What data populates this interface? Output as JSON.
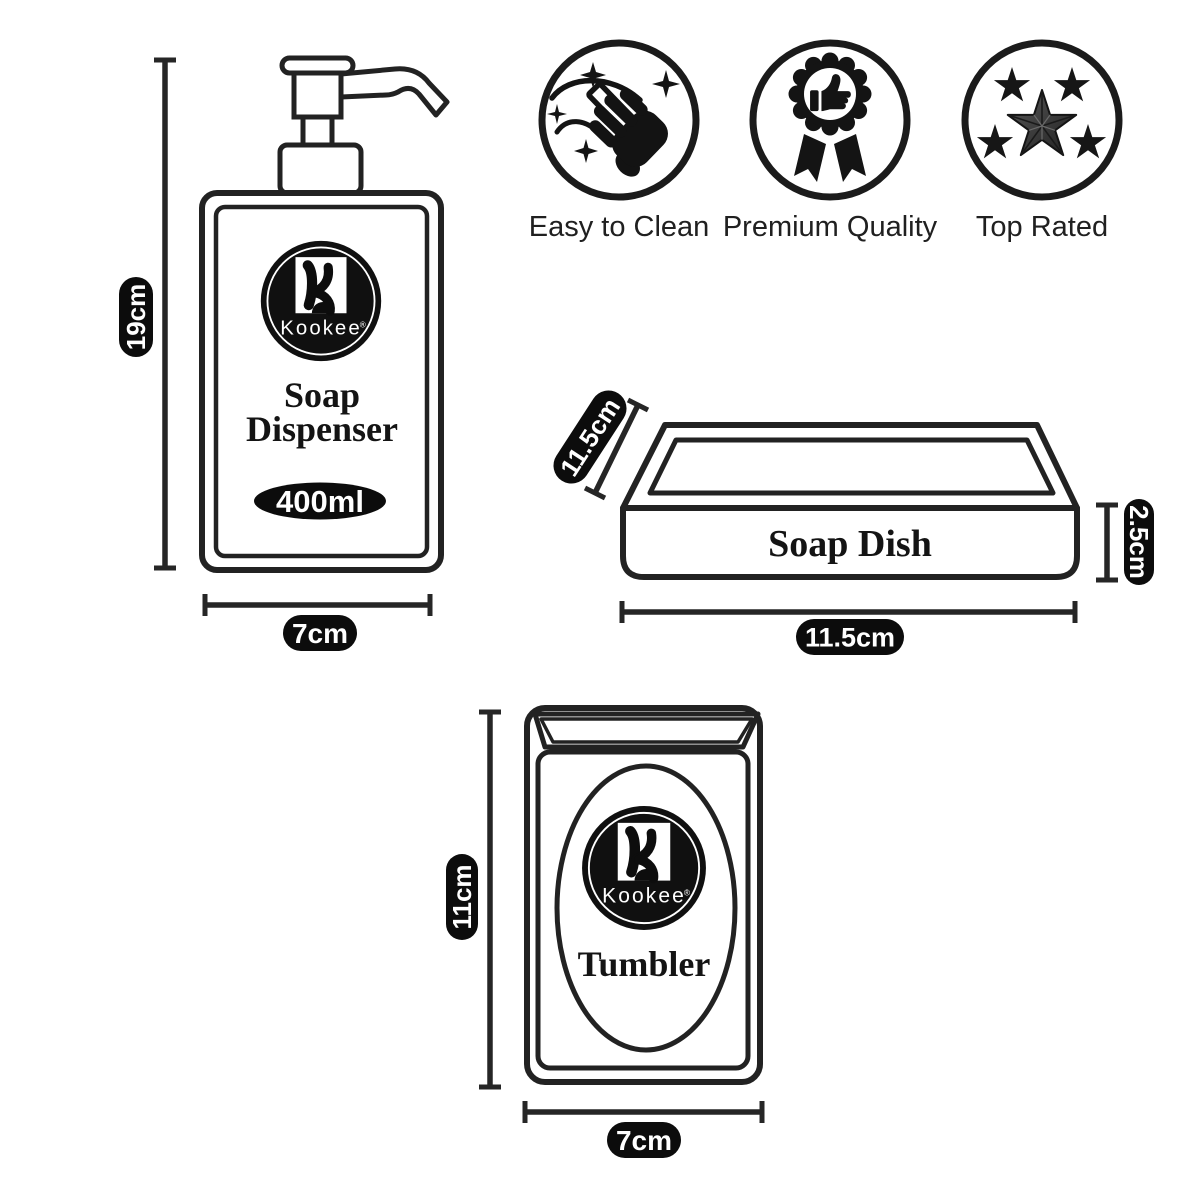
{
  "brand": {
    "name": "Kookee",
    "reg": "®"
  },
  "features": [
    {
      "icon": "sparkle-hand-clean-icon",
      "label": "Easy to Clean"
    },
    {
      "icon": "thumbs-up-ribbon-icon",
      "label": "Premium Quality"
    },
    {
      "icon": "five-stars-icon",
      "label": "Top Rated"
    }
  ],
  "dispenser": {
    "name_line1": "Soap",
    "name_line2": "Dispenser",
    "capacity": "400ml",
    "height": "19cm",
    "width": "7cm"
  },
  "soap_dish": {
    "name": "Soap Dish",
    "depth": "11.5cm",
    "height": "2.5cm",
    "width": "11.5cm"
  },
  "tumbler": {
    "name": "Tumbler",
    "height": "11cm",
    "width": "7cm"
  },
  "colors": {
    "ink": "#141414",
    "line": "#262626",
    "pill_bg": "#0c0c0c",
    "pill_text": "#ffffff",
    "background": "#ffffff"
  }
}
